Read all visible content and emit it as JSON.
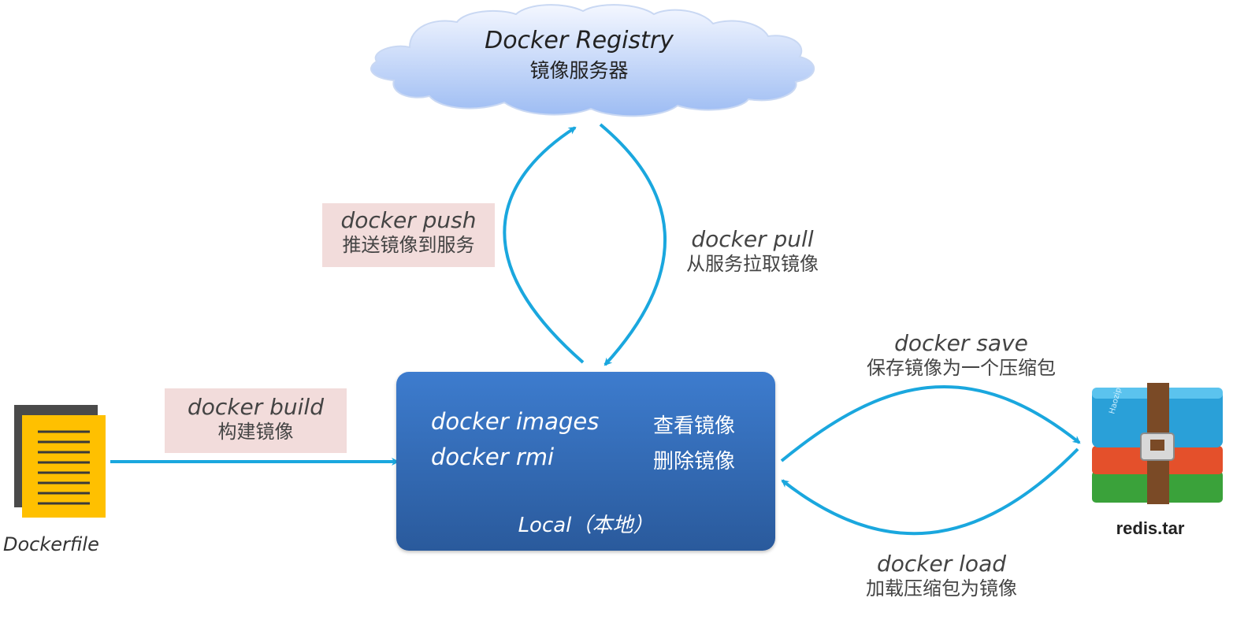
{
  "registry": {
    "title": "Docker Registry",
    "subtitle": "镜像服务器"
  },
  "push": {
    "cmd": "docker push",
    "desc": "推送镜像到服务"
  },
  "pull": {
    "cmd": "docker pull",
    "desc": "从服务拉取镜像"
  },
  "build": {
    "cmd": "docker build",
    "desc": "构建镜像"
  },
  "save": {
    "cmd": "docker save",
    "desc": "保存镜像为一个压缩包"
  },
  "load": {
    "cmd": "docker load",
    "desc": "加载压缩包为镜像"
  },
  "local": {
    "row1_cmd": "docker images",
    "row1_desc": "查看镜像",
    "row2_cmd": "docker rmi",
    "row2_desc": "删除镜像",
    "label": "Local（本地）"
  },
  "dockerfile": {
    "label": "Dockerfile"
  },
  "archive": {
    "label": "redis.tar",
    "brand": "Haozip"
  },
  "colors": {
    "arrow": "#1aa7de",
    "local_top": "#3a78c9",
    "local_bottom": "#2a5b9e",
    "cloud_top": "#eef3ff",
    "cloud_bottom": "#9dbdf2",
    "pink": "#f2dcdb",
    "doc": "#ffc000"
  }
}
